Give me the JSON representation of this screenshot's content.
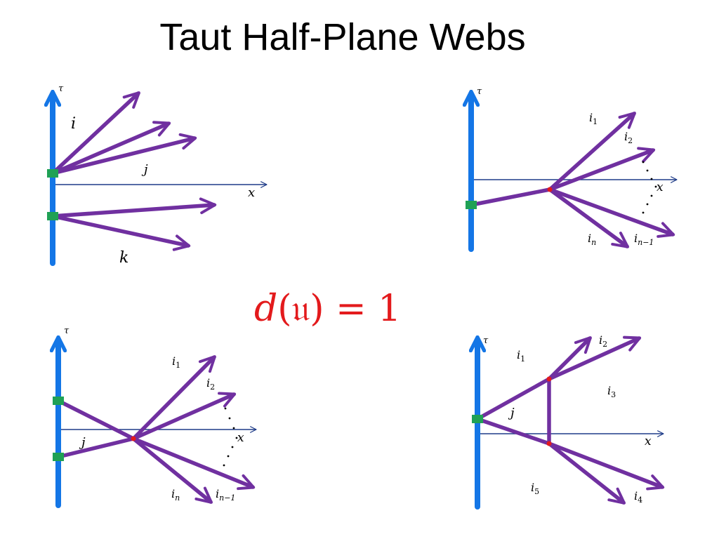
{
  "title": "Taut Half-Plane Webs",
  "formula": {
    "d": "d",
    "u": "𝔲",
    "rhs": "= 1"
  },
  "colors": {
    "axis_line": "#1476e6",
    "web_line": "#7030a0",
    "boundary_vertex": "#1fa155",
    "interior_vertex": "#e31a1c",
    "x_axis": "#1f3c88",
    "formula": "#e31a1c"
  },
  "panels": [
    {
      "tau": "τ",
      "x": "x",
      "labels": {
        "i": "i",
        "j": "j",
        "k": "k"
      }
    },
    {
      "tau": "τ",
      "x": "x",
      "labels": {
        "i1": {
          "base": "i",
          "sub": "1"
        },
        "i2": {
          "base": "i",
          "sub": "2"
        },
        "in": {
          "base": "i",
          "sub": "n"
        },
        "in1": {
          "base": "i",
          "sub": "n−1"
        }
      }
    },
    {
      "tau": "τ",
      "x": "x",
      "labels": {
        "i1": {
          "base": "i",
          "sub": "1"
        },
        "i2": {
          "base": "i",
          "sub": "2"
        },
        "j": "j",
        "in": {
          "base": "i",
          "sub": "n"
        },
        "in1": {
          "base": "i",
          "sub": "n−1"
        }
      }
    },
    {
      "tau": "τ",
      "x": "x",
      "labels": {
        "i1": {
          "base": "i",
          "sub": "1"
        },
        "i2": {
          "base": "i",
          "sub": "2"
        },
        "i3": {
          "base": "i",
          "sub": "3"
        },
        "i4": {
          "base": "i",
          "sub": "4"
        },
        "i5": {
          "base": "i",
          "sub": "5"
        },
        "j": "j"
      }
    }
  ]
}
